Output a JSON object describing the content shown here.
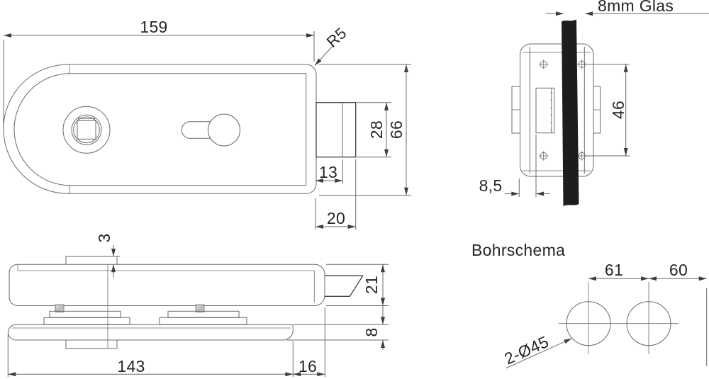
{
  "colors": {
    "line": "#6a6a6a",
    "dark_line": "#3f3f3f",
    "text": "#262626",
    "glass": "#1d1d1d",
    "hatch": "#cccccc"
  },
  "front_view": {
    "width": "159",
    "corner_radius": "R5",
    "latch_height": "28",
    "body_height": "66",
    "latch_inset": "13",
    "latch_depth": "20"
  },
  "side_view": {
    "glass_label": "8mm Glas",
    "screw_spacing": "46",
    "glass_offset": "8,5"
  },
  "bottom_view": {
    "tab_height": "3",
    "body_thickness": "21",
    "plate_thickness": "8",
    "plate_length": "143",
    "latch_offset": "16"
  },
  "drill_schema": {
    "title": "Bohrschema",
    "hole_spacing": "61",
    "edge_distance": "60",
    "hole_spec": "2-Ø45"
  }
}
